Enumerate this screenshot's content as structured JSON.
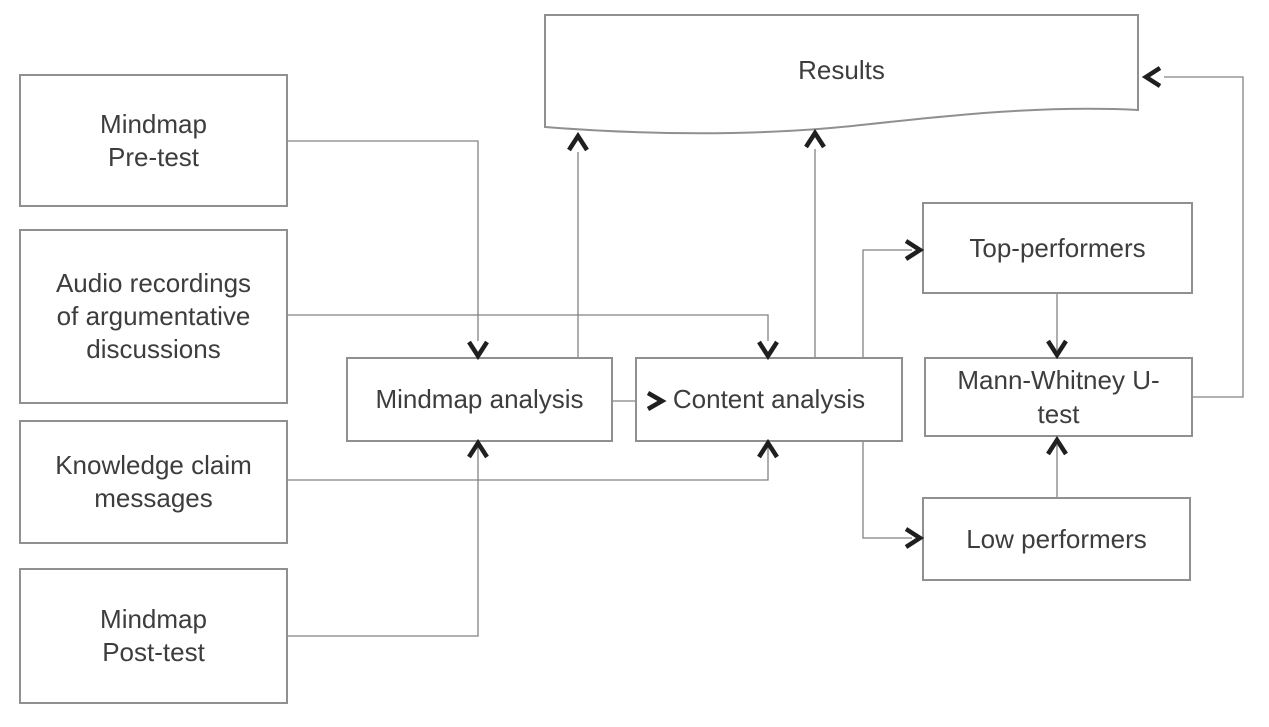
{
  "figure": {
    "type": "flowchart",
    "background": "#ffffff"
  },
  "colors": {
    "box_border": "#909090",
    "box_fill": "#ffffff",
    "connector_line": "#828282",
    "arrowhead": "#1f1f1f",
    "text": "#3d3d3d"
  },
  "nodes": {
    "mindmap_pretest": {
      "label": "Mindmap Pre-test",
      "lines": [
        "Mindmap",
        "Pre-test"
      ]
    },
    "audio_recordings": {
      "label": "Audio recordings of argumentative discussions",
      "lines": [
        "Audio recordings",
        "of argumentative",
        "discussions"
      ]
    },
    "knowledge_claim": {
      "label": "Knowledge claim messages",
      "lines": [
        "Knowledge claim",
        "messages"
      ]
    },
    "mindmap_posttest": {
      "label": "Mindmap Post-test",
      "lines": [
        "Mindmap",
        "Post-test"
      ]
    },
    "mindmap_analysis": {
      "label": "Mindmap analysis",
      "lines": [
        "Mindmap analysis"
      ]
    },
    "content_analysis": {
      "label": "Content analysis",
      "lines": [
        "Content analysis"
      ]
    },
    "results": {
      "label": "Results",
      "lines": [
        "Results"
      ],
      "shape": "document"
    },
    "top_performers": {
      "label": "Top-performers",
      "lines": [
        "Top-performers"
      ]
    },
    "mann_whitney": {
      "label": "Mann-Whitney U-test",
      "lines": [
        "Mann-Whitney U-",
        "test"
      ]
    },
    "low_performers": {
      "label": "Low performers",
      "lines": [
        "Low performers"
      ]
    }
  },
  "edges": [
    {
      "from": "mindmap_pretest",
      "to": "mindmap_analysis"
    },
    {
      "from": "audio_recordings",
      "to": "content_analysis"
    },
    {
      "from": "knowledge_claim",
      "to": "content_analysis"
    },
    {
      "from": "mindmap_posttest",
      "to": "mindmap_analysis"
    },
    {
      "from": "mindmap_analysis",
      "to": "content_analysis"
    },
    {
      "from": "mindmap_analysis",
      "to": "results"
    },
    {
      "from": "content_analysis",
      "to": "results"
    },
    {
      "from": "content_analysis",
      "to": "top_performers"
    },
    {
      "from": "content_analysis",
      "to": "low_performers"
    },
    {
      "from": "top_performers",
      "to": "mann_whitney"
    },
    {
      "from": "low_performers",
      "to": "mann_whitney"
    },
    {
      "from": "mann_whitney",
      "to": "results"
    }
  ]
}
